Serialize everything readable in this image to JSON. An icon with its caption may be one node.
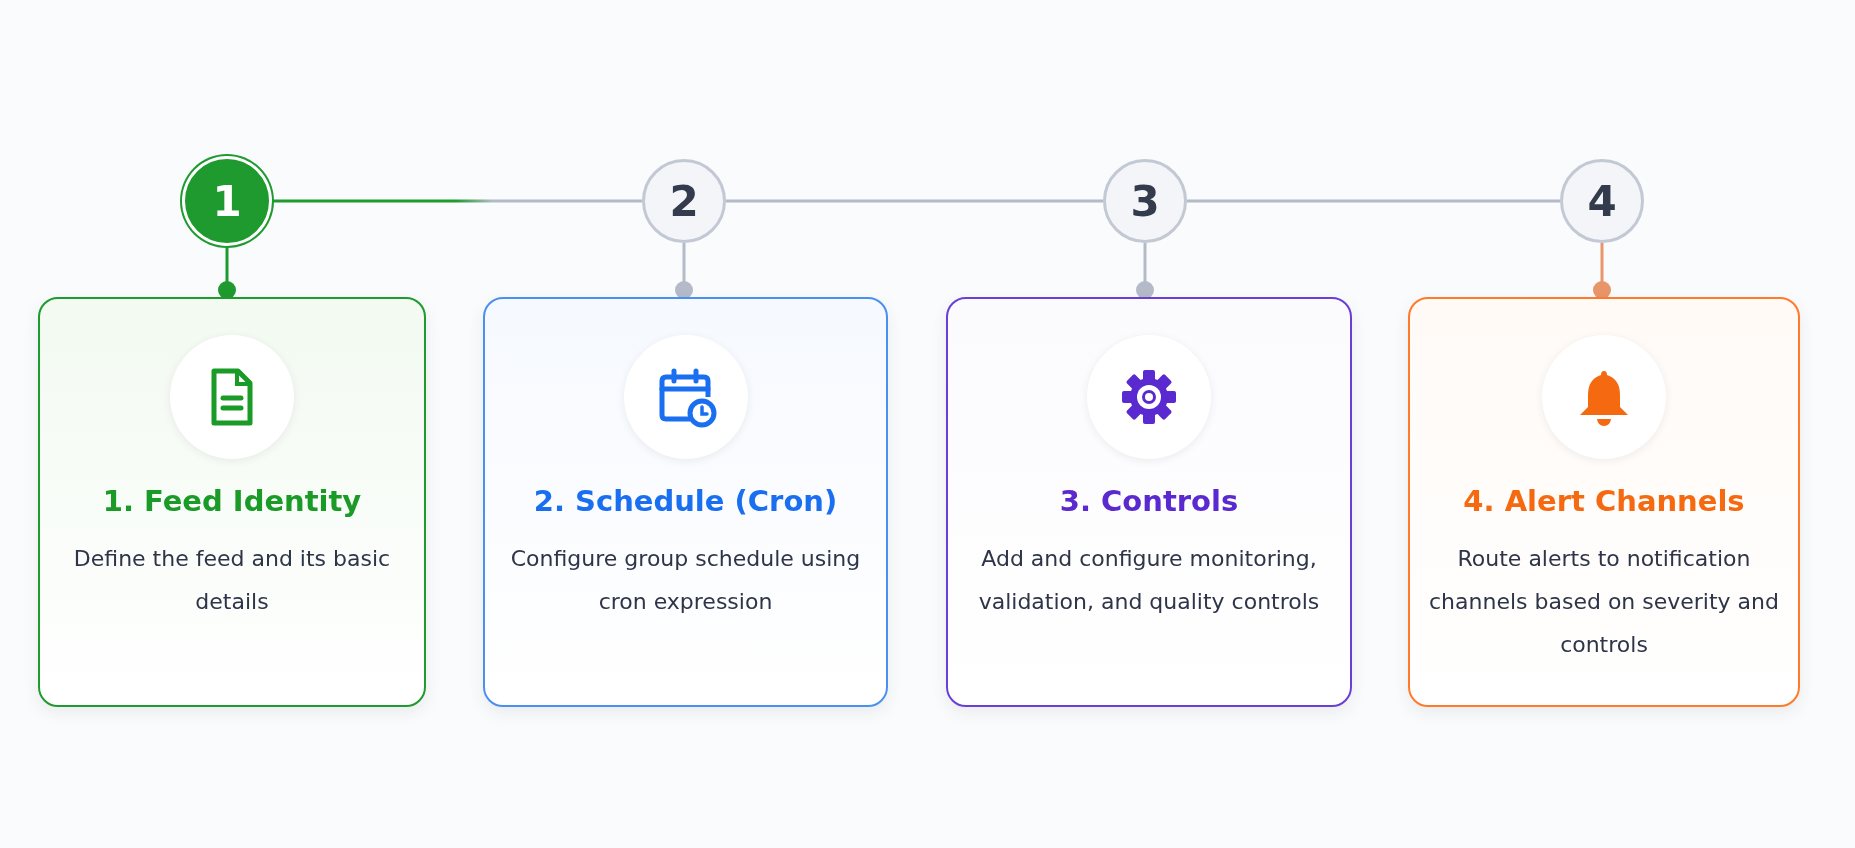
{
  "diagram": {
    "nodes": [
      {
        "text": [
          "1"
        ]
      },
      {
        "text": [
          "2"
        ]
      },
      {
        "text": [
          "3"
        ]
      },
      {
        "text": [
          "4"
        ]
      },
      {
        "text": [
          "1. Feed Identity",
          "Define the feed and its basic details"
        ]
      },
      {
        "text": [
          "2. Schedule (Cron)",
          "Configure group schedule using cron expression"
        ]
      },
      {
        "text": [
          "3. Controls",
          "Add and configure monitoring, validation, and quality controls"
        ]
      },
      {
        "text": [
          "4. Alert Channels",
          "Route alerts to notification channels based on severity and controls"
        ]
      }
    ],
    "edges": [
      {
        "from": 0,
        "to": 1,
        "arrow": "none",
        "color": "#1e9a2e"
      },
      {
        "from": 1,
        "to": 2,
        "arrow": "none"
      },
      {
        "from": 2,
        "to": 3,
        "arrow": "none"
      },
      {
        "from": 0,
        "to": 4,
        "arrow": "other",
        "color": "#1e9a2e"
      },
      {
        "from": 1,
        "to": 5,
        "arrow": "other"
      },
      {
        "from": 2,
        "to": 6,
        "arrow": "other"
      },
      {
        "from": 3,
        "to": 7,
        "arrow": "other",
        "color": "#e8956a"
      }
    ]
  }
}
